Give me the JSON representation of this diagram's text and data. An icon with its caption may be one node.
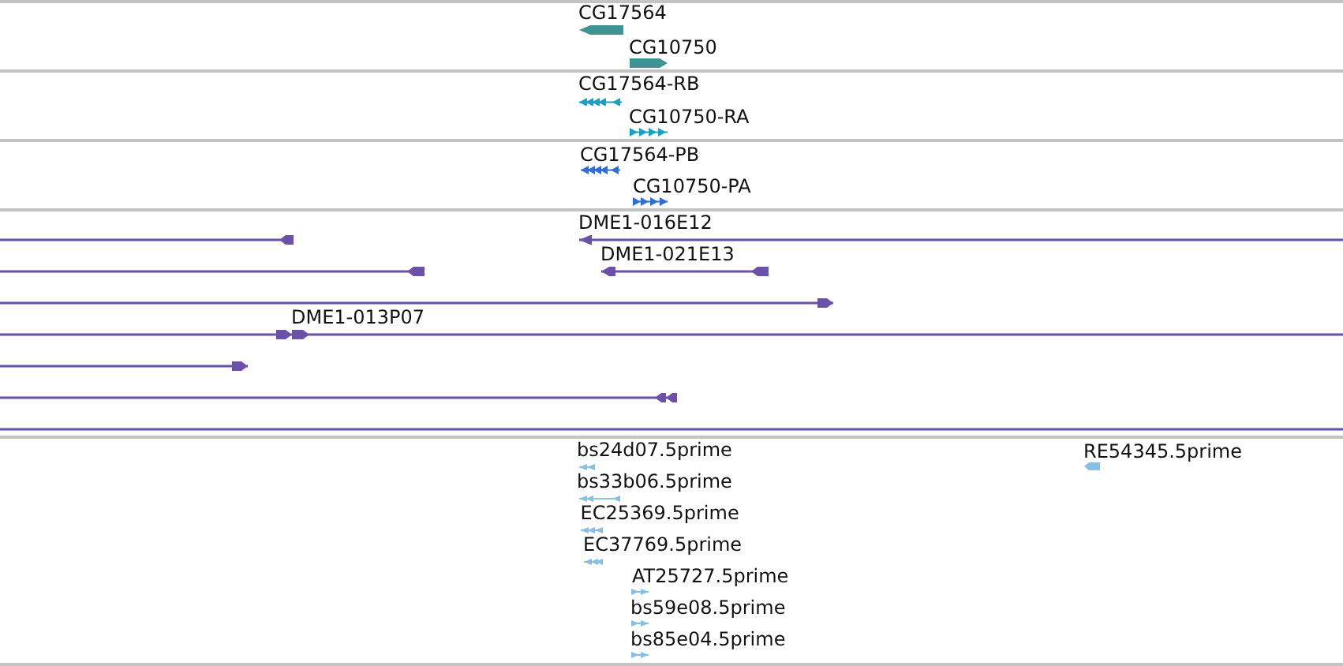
{
  "diagram": {
    "labels": [
      "CG17564",
      "CG10750",
      "CG17564-RB",
      "CG10750-RA",
      "CG17564-PB",
      "CG10750-PA",
      "DME1-016E12",
      "DME1-021E13",
      "DME1-013P07",
      "bs24d07.5prime",
      "RE54345.5prime",
      "bs33b06.5prime",
      "EC25369.5prime",
      "EC37769.5prime",
      "AT25727.5prime",
      "bs59e08.5prime",
      "bs85e04.5prime"
    ]
  }
}
